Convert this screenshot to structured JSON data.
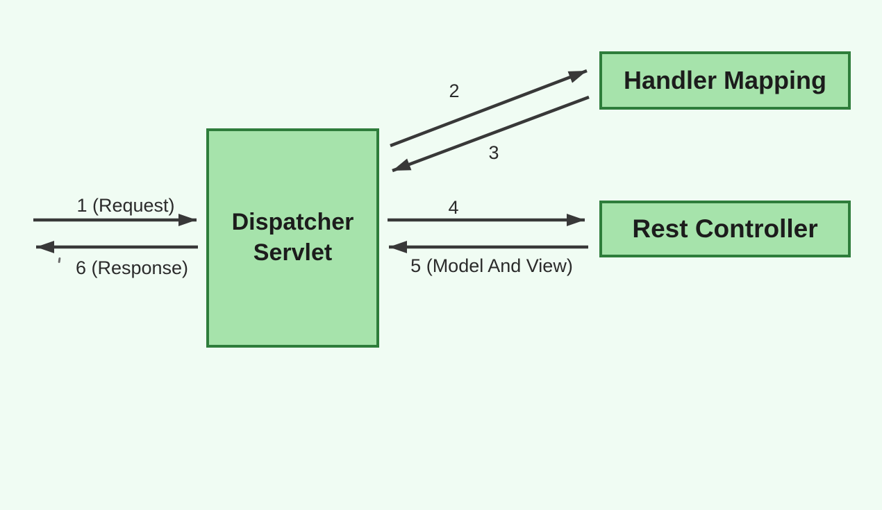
{
  "diagram": {
    "title": "Dispatcher Servlet request flow diagram",
    "colors": {
      "background": "#f0fcf3",
      "node_fill": "#a6e3ab",
      "node_border": "#2e7d3b",
      "arrow": "#383838",
      "text": "#1c1c1c"
    },
    "nodes": {
      "dispatcher_servlet": {
        "label": "Dispatcher Servlet"
      },
      "handler_mapping": {
        "label": "Handler Mapping"
      },
      "rest_controller": {
        "label": "Rest Controller"
      }
    },
    "arrows": {
      "request": {
        "label": "1 (Request)",
        "from": "client",
        "to": "dispatcher_servlet"
      },
      "to_handler_mapping": {
        "label": "2",
        "from": "dispatcher_servlet",
        "to": "handler_mapping"
      },
      "from_handler_mapping": {
        "label": "3",
        "from": "handler_mapping",
        "to": "dispatcher_servlet"
      },
      "to_rest_controller": {
        "label": "4",
        "from": "dispatcher_servlet",
        "to": "rest_controller"
      },
      "model_and_view": {
        "label": "5 (Model And View)",
        "from": "rest_controller",
        "to": "dispatcher_servlet"
      },
      "response": {
        "label": "6 (Response)",
        "from": "dispatcher_servlet",
        "to": "client"
      }
    }
  }
}
